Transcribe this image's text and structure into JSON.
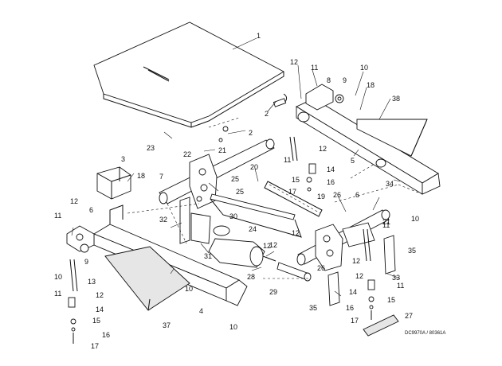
{
  "diagram": {
    "drawing_code": "DC9970A / 80361A",
    "callouts": [
      {
        "text": "1"
      },
      {
        "text": "2"
      },
      {
        "text": "2"
      },
      {
        "text": "3"
      },
      {
        "text": "4"
      },
      {
        "text": "5"
      },
      {
        "text": "6"
      },
      {
        "text": "6"
      },
      {
        "text": "7"
      },
      {
        "text": "8"
      },
      {
        "text": "9"
      },
      {
        "text": "9"
      },
      {
        "text": "10"
      },
      {
        "text": "10"
      },
      {
        "text": "10"
      },
      {
        "text": "10"
      },
      {
        "text": "10"
      },
      {
        "text": "11"
      },
      {
        "text": "11"
      },
      {
        "text": "11"
      },
      {
        "text": "11"
      },
      {
        "text": "11"
      },
      {
        "text": "11"
      },
      {
        "text": "12"
      },
      {
        "text": "12"
      },
      {
        "text": "12"
      },
      {
        "text": "12"
      },
      {
        "text": "12"
      },
      {
        "text": "12"
      },
      {
        "text": "12"
      },
      {
        "text": "12"
      },
      {
        "text": "12"
      },
      {
        "text": "13"
      },
      {
        "text": "14"
      },
      {
        "text": "14"
      },
      {
        "text": "14"
      },
      {
        "text": "15"
      },
      {
        "text": "15"
      },
      {
        "text": "15"
      },
      {
        "text": "16"
      },
      {
        "text": "16"
      },
      {
        "text": "16"
      },
      {
        "text": "17"
      },
      {
        "text": "17"
      },
      {
        "text": "17"
      },
      {
        "text": "18"
      },
      {
        "text": "18"
      },
      {
        "text": "19"
      },
      {
        "text": "20"
      },
      {
        "text": "21"
      },
      {
        "text": "21"
      },
      {
        "text": "22"
      },
      {
        "text": "23"
      },
      {
        "text": "24"
      },
      {
        "text": "25"
      },
      {
        "text": "25"
      },
      {
        "text": "26"
      },
      {
        "text": "26"
      },
      {
        "text": "27"
      },
      {
        "text": "28"
      },
      {
        "text": "29"
      },
      {
        "text": "30"
      },
      {
        "text": "31"
      },
      {
        "text": "32"
      },
      {
        "text": "33"
      },
      {
        "text": "34"
      },
      {
        "text": "35"
      },
      {
        "text": "35"
      },
      {
        "text": "37"
      },
      {
        "text": "38"
      }
    ]
  }
}
